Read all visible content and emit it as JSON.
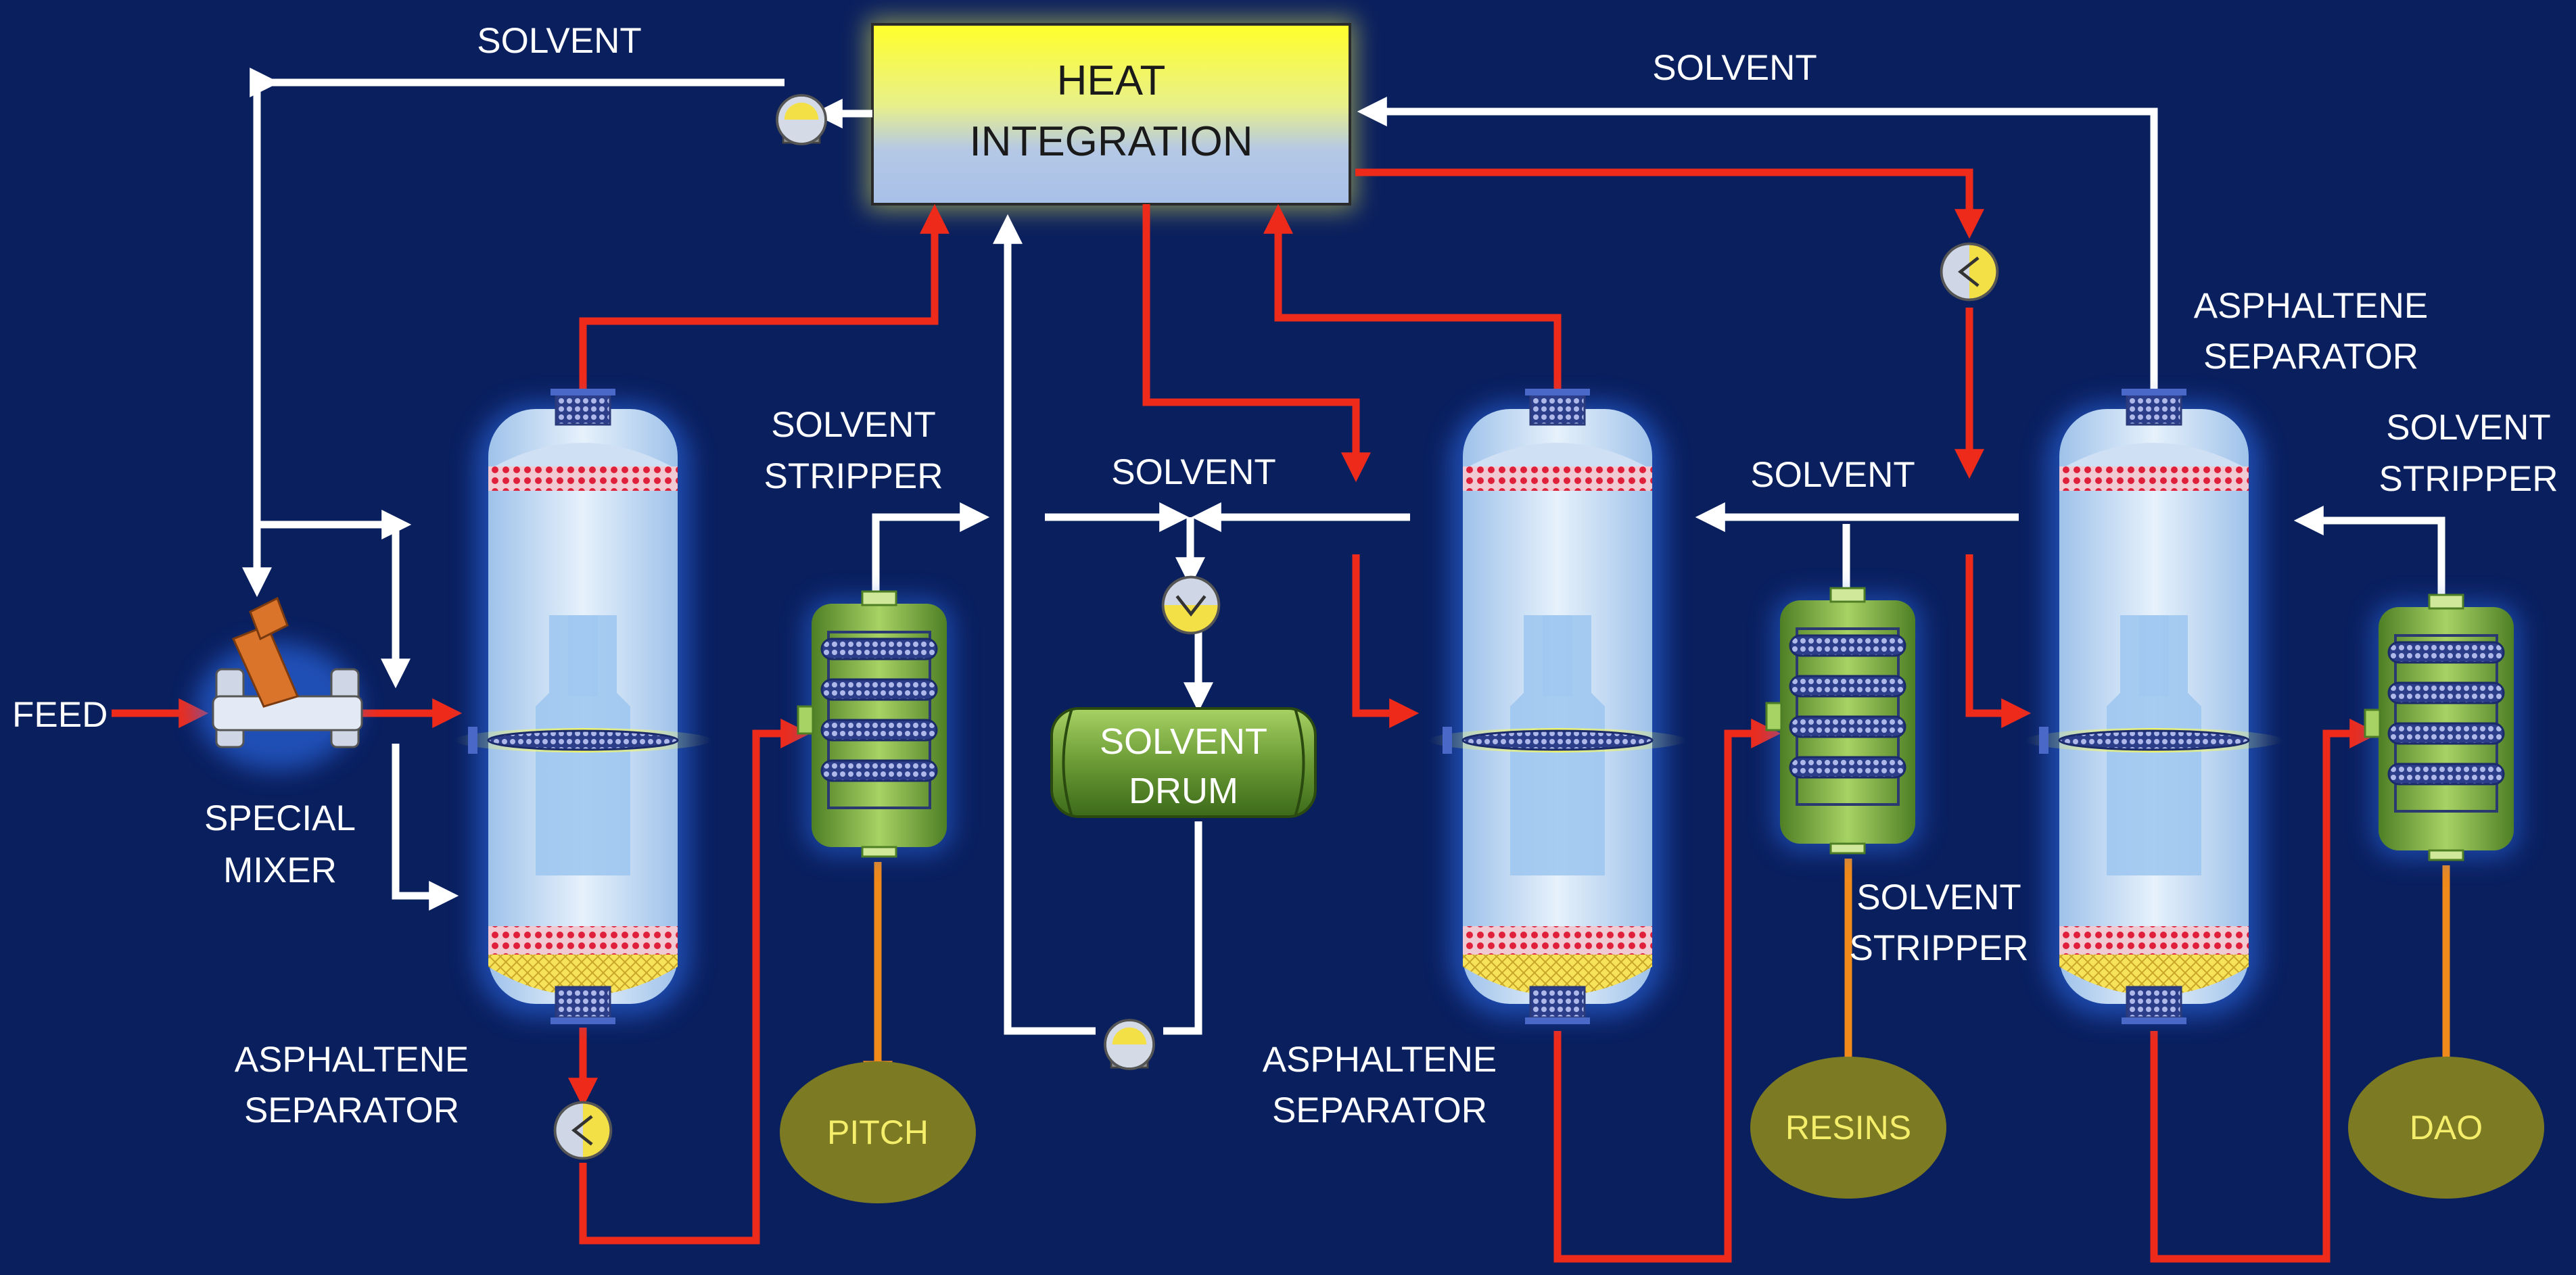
{
  "heat_integration": {
    "line1": "HEAT",
    "line2": "INTEGRATION"
  },
  "solvent_drum": {
    "line1": "SOLVENT",
    "line2": "DRUM"
  },
  "labels": {
    "solvent_top_left": "SOLVENT",
    "solvent_top_right": "SOLVENT",
    "solvent_center": "SOLVENT",
    "solvent_mid_right": "SOLVENT",
    "feed": "FEED",
    "special_mixer": {
      "line1": "SPECIAL",
      "line2": "MIXER"
    },
    "asphaltene_separator_1": {
      "line1": "ASPHALTENE",
      "line2": "SEPARATOR"
    },
    "asphaltene_separator_2": {
      "line1": "ASPHALTENE",
      "line2": "SEPARATOR"
    },
    "asphaltene_separator_3": {
      "line1": "ASPHALTENE",
      "line2": "SEPARATOR"
    },
    "solvent_stripper_1": {
      "line1": "SOLVENT",
      "line2": "STRIPPER"
    },
    "solvent_stripper_2": {
      "line1": "SOLVENT",
      "line2": "STRIPPER"
    },
    "solvent_stripper_3": {
      "line1": "SOLVENT",
      "line2": "STRIPPER"
    }
  },
  "products": {
    "pitch": "PITCH",
    "resins": "RESINS",
    "dao": "DAO"
  },
  "colors": {
    "background": "#0a1f5e",
    "hot_stream": "#ee2b1b",
    "solvent_stream": "#ffffff",
    "product_fill": "#7c7a22",
    "product_text": "#f4ee6a"
  },
  "icons": [
    "pump-icon",
    "heat-exchanger-icon",
    "static-mixer-icon",
    "flow-arrow-icon"
  ]
}
